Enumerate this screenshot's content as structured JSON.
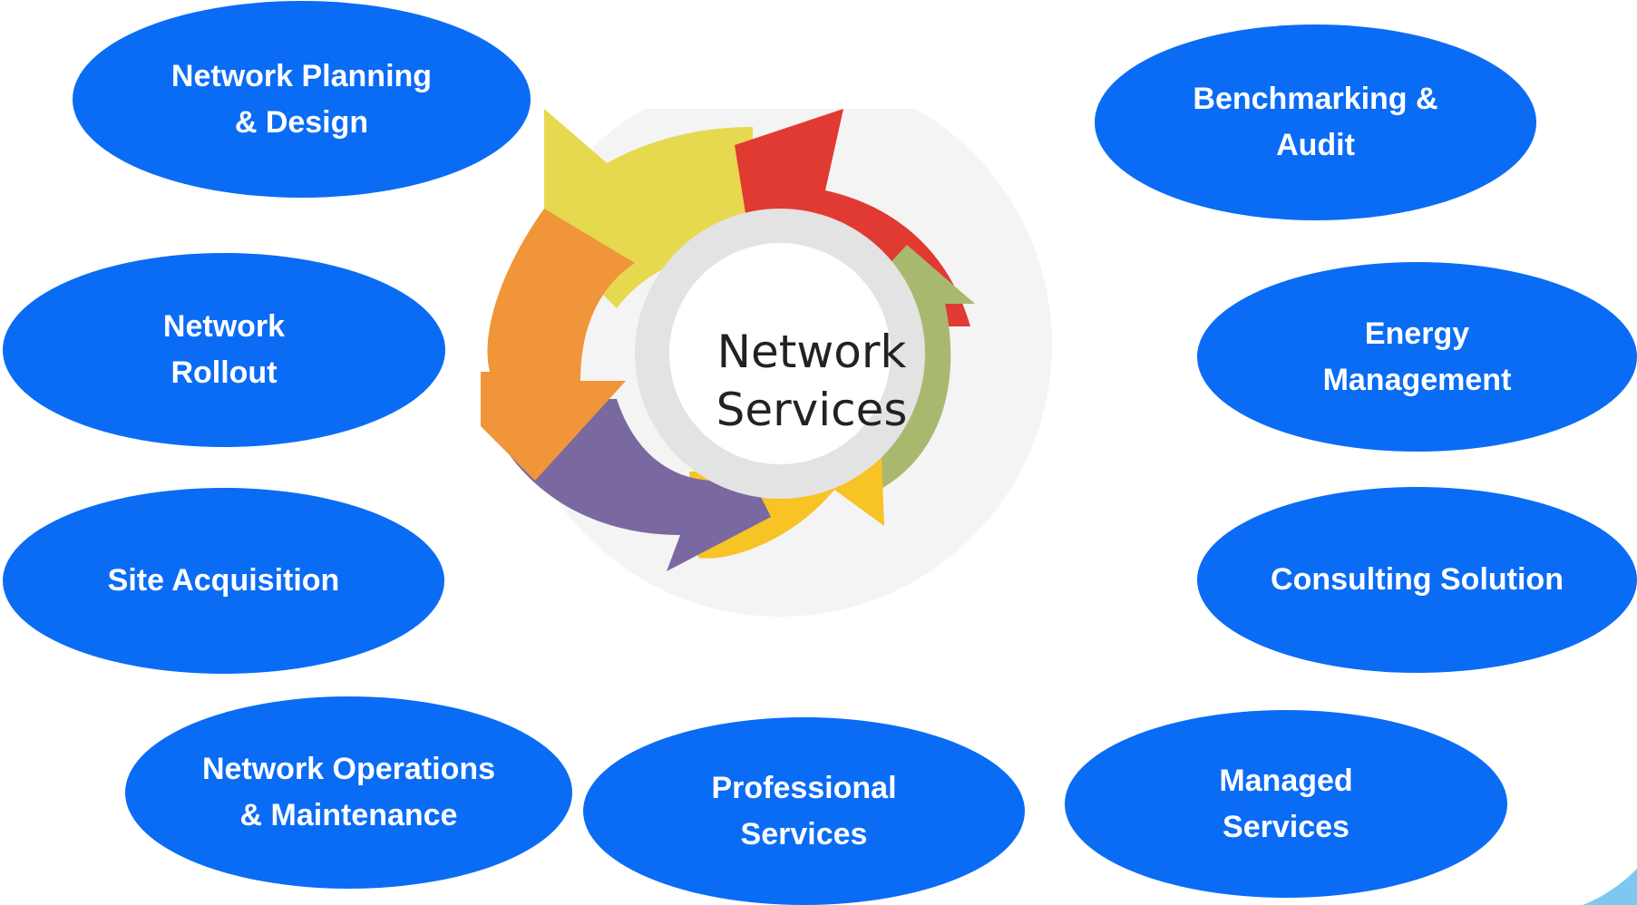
{
  "center": {
    "line1": "Network",
    "line2": "Services"
  },
  "services": {
    "planning": {
      "line1": "Network Planning",
      "line2": "& Design"
    },
    "benchmarking": {
      "line1": "Benchmarking &",
      "line2": "Audit"
    },
    "rollout": {
      "line1": "Network",
      "line2": "Rollout"
    },
    "energy": {
      "line1": "Energy",
      "line2": "Management"
    },
    "site": {
      "line1": "Site Acquisition"
    },
    "consulting": {
      "line1": "Consulting Solution"
    },
    "operations": {
      "line1": "Network Operations",
      "line2": "& Maintenance"
    },
    "professional": {
      "line1": "Professional",
      "line2": "Services"
    },
    "managed": {
      "line1": "Managed",
      "line2": "Services"
    }
  },
  "colors": {
    "bubble": "#0a6cf5",
    "arrow_yellow": "#e6d84f",
    "arrow_red": "#e03a32",
    "arrow_green": "#a8b96f",
    "arrow_gold": "#f7c325",
    "arrow_purple": "#7a68a0",
    "arrow_orange": "#f0953a",
    "center_ring": "#e3e3e3"
  }
}
